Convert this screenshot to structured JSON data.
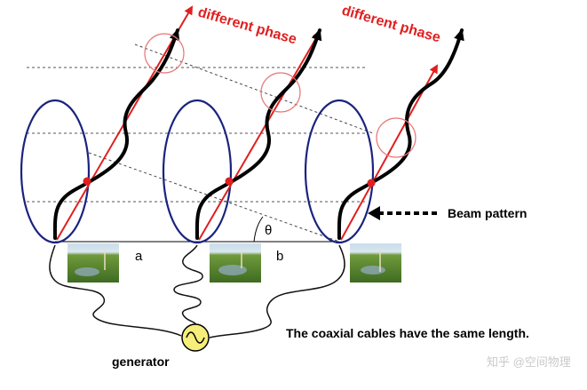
{
  "labels": {
    "phase_left": "different phase",
    "phase_right": "different phase",
    "beam_pattern": "Beam pattern",
    "spacing_a": "a",
    "spacing_b": "b",
    "angle": "θ",
    "generator": "generator",
    "caption": "The coaxial cables have the same length.",
    "watermark": "知乎 @空间物理"
  },
  "colors": {
    "loop": "#1a237e",
    "wave": "#000000",
    "ray": "#e01f1f",
    "phase_text": "#e01f1f",
    "circle_marker": "#e87878",
    "feed_point": "#2bb3a0",
    "generator_fill": "#f5ee7a"
  },
  "icons": {
    "generator": "ac-source-icon",
    "beam_arrow": "dashed-left-arrow-icon"
  },
  "elements": {
    "antennas": 3,
    "photos": 3
  }
}
